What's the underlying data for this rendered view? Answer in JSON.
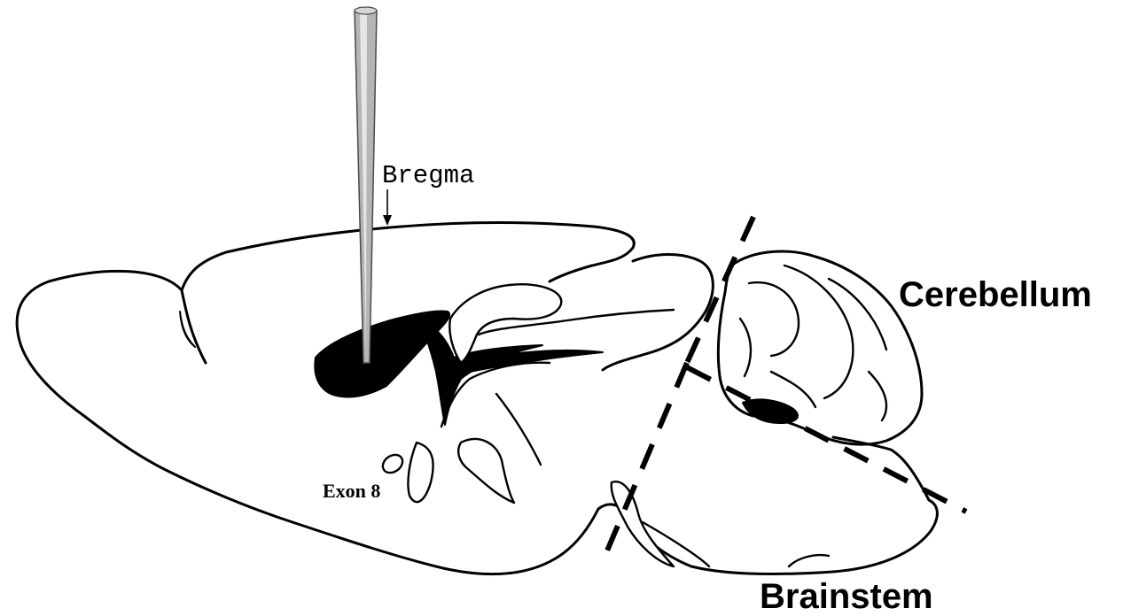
{
  "labels": {
    "cerebellum": "Cerebellum",
    "brainstem": "Brainstem",
    "bregma": "Bregma",
    "injection_site": "Exon 8"
  },
  "colors": {
    "ink": "#000000",
    "background": "#ffffff",
    "pipette_fill": "#b5b5b5",
    "pipette_highlight": "#e6e6e6"
  },
  "icons": {
    "pipette": "injection-needle",
    "bregma_marker": "down-arrow"
  }
}
